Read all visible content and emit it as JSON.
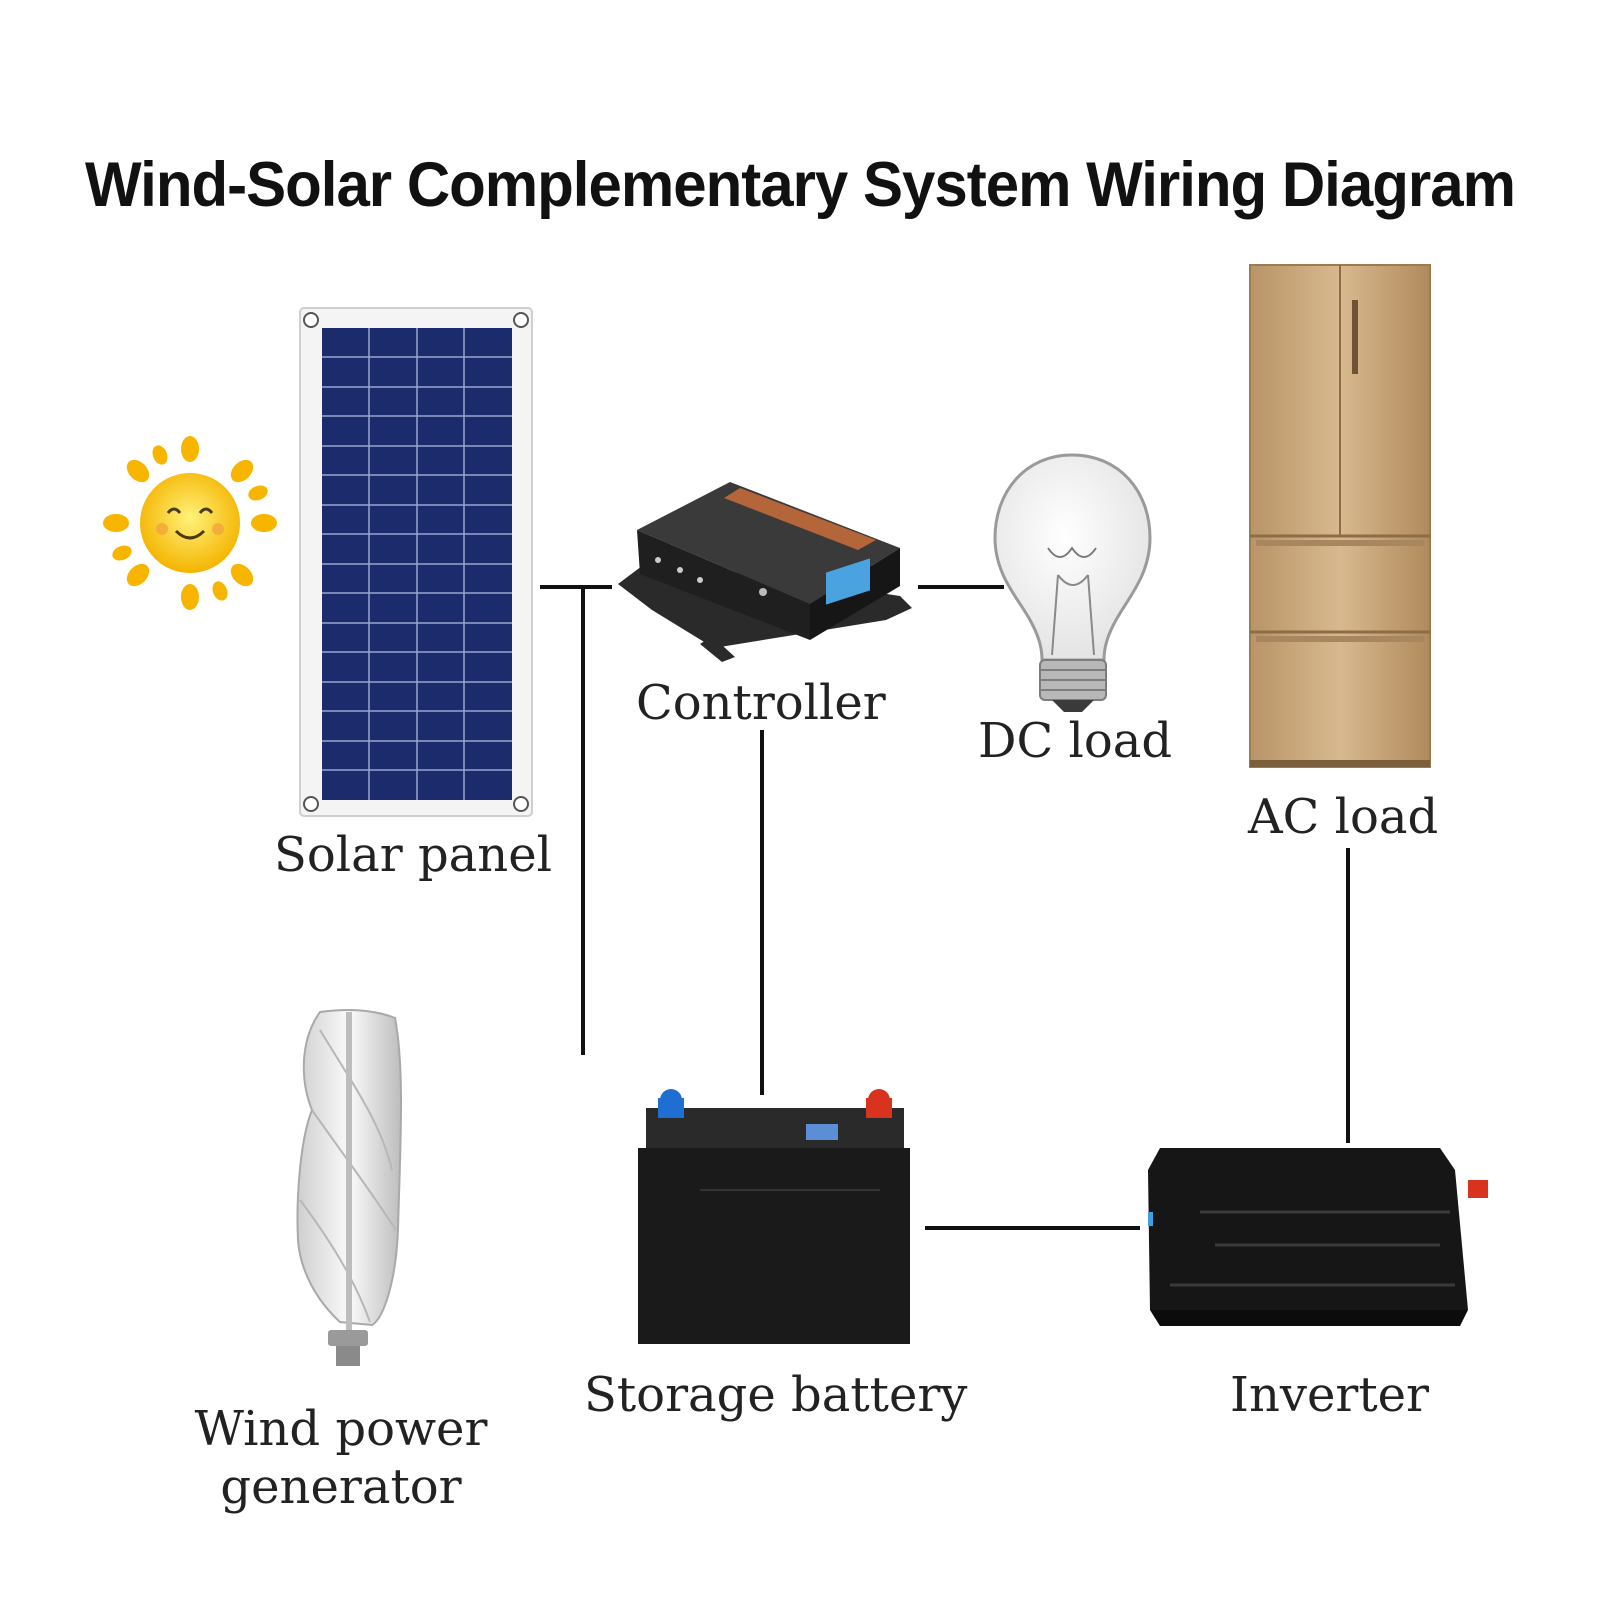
{
  "title": "Wind-Solar Complementary System Wiring Diagram",
  "components": {
    "solar_panel": "Solar panel",
    "controller": "Controller",
    "dc_load": "DC load",
    "ac_load": "AC load",
    "wind_generator_line1": "Wind power",
    "wind_generator_line2": "generator",
    "storage_battery": "Storage battery",
    "inverter": "Inverter"
  },
  "colors": {
    "wire": "#111111",
    "sun": "#f7c51e",
    "solar_cell": "#1c2b6b",
    "fridge": "#c9a77d",
    "battery": "#1a1a1a",
    "terminal_negative": "#1e6fd1",
    "terminal_positive": "#d8331f",
    "controller_stripe": "#b5653a"
  }
}
